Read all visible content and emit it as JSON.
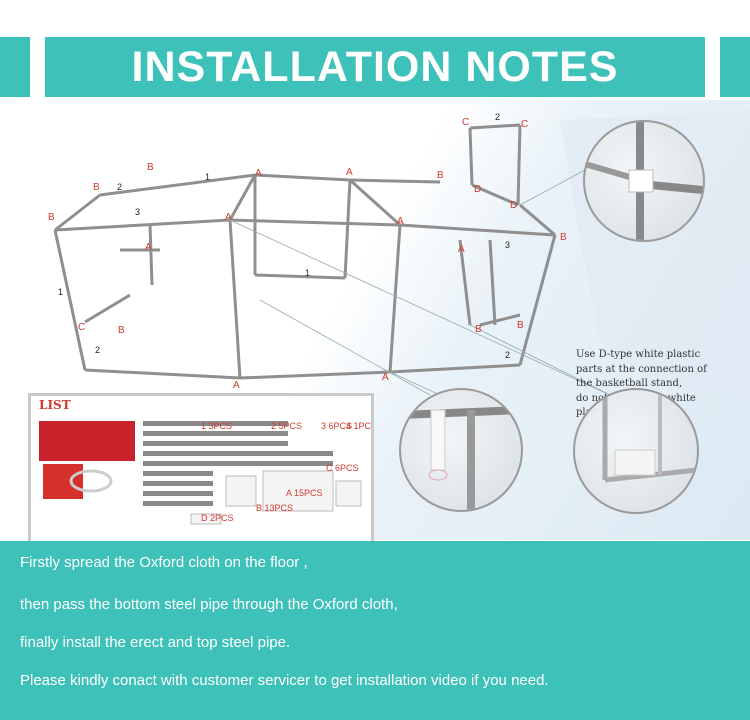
{
  "header": {
    "title": "INSTALLATION NOTES"
  },
  "note": {
    "lines": [
      "Use D-type white plastic",
      "parts at the connection of",
      "the basketball stand,",
      "do not use A-type white",
      "plastic parts"
    ]
  },
  "list": {
    "title": "LIST",
    "items": [
      {
        "label": "1",
        "count": "3PCS"
      },
      {
        "label": "2",
        "count": "5PCS"
      },
      {
        "label": "3",
        "count": "6PCS"
      },
      {
        "label": "4",
        "count": "1PCS"
      },
      {
        "label": "A",
        "count": "15PCS"
      },
      {
        "label": "B",
        "count": "13PCS"
      },
      {
        "label": "C",
        "count": "6PCS"
      },
      {
        "label": "D",
        "count": "2PCS"
      }
    ]
  },
  "steps": [
    "Firstly spread the Oxford cloth on the floor ,",
    "then pass the bottom steel pipe through the Oxford cloth,",
    "finally install the erect and top steel pipe.",
    "Please kindly conact with customer servicer to get installation video if you need."
  ],
  "colors": {
    "teal": "#3ec1b8",
    "label_red": "#d23a2e"
  }
}
